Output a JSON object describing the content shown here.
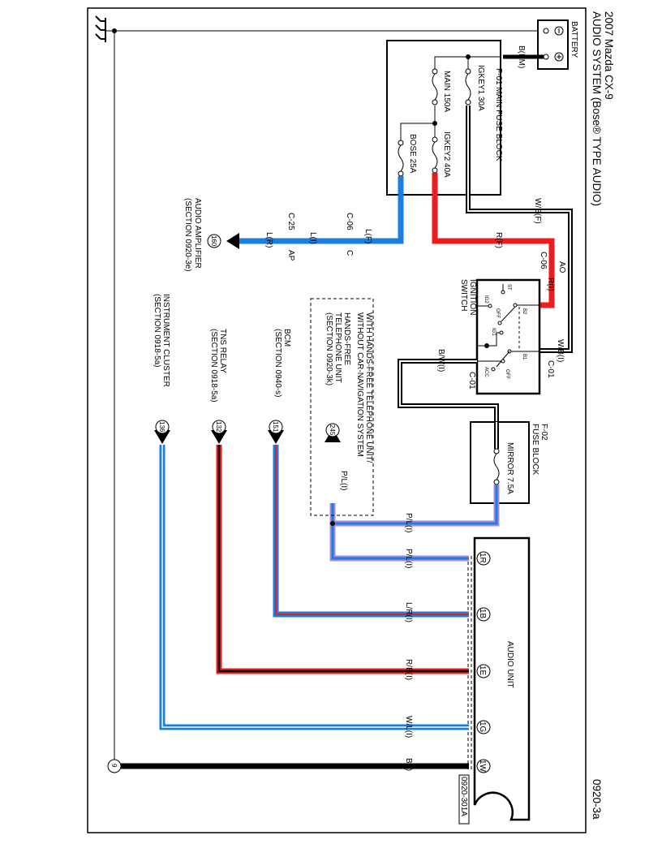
{
  "header": {
    "title_line1": "2007 Mazda CX-9",
    "title_line2": "AUDIO SYSTEM (Bose® TYPE AUDIO)",
    "page_code": "0920-3a"
  },
  "components": {
    "battery": "BATTERY",
    "main_fuse_block": "F-01 MAIN FUSE BLOCK",
    "fuse_igkey1": "IGKEY1 30A",
    "fuse_main": "MAIN 150A",
    "fuse_igkey2": "IGKEY2 40A",
    "fuse_bose": "BOSE 25A",
    "ignition_switch_1": "IGNITION",
    "ignition_switch_2": "SWITCH",
    "fuse_block_f02_1": "F-02",
    "fuse_block_f02_2": "FUSE BLOCK",
    "fuse_mirror": "MIRROR 7.5A",
    "audio_unit": "AUDIO UNIT",
    "audio_unit_connector": "0920-301A"
  },
  "ignition_terminals": {
    "st": "ST",
    "ig2": "IG2",
    "b2": "B2",
    "off1": "OFF",
    "ig1": "IG1",
    "b1": "B1",
    "off2": "OFF",
    "acc": "ACC"
  },
  "wires": {
    "b_em": "B(EM)",
    "wb_f": "W/B(F)",
    "r_f": "R(F)",
    "c06_red": "C-06",
    "ao": "AO",
    "r_i": "R(I)",
    "wb_i": "W/B(I)",
    "c01_top": "C-01",
    "bw_i": "B/W(I)",
    "c01_bottom": "C-01",
    "l_f": "L(F)",
    "c06_blue": "C-06",
    "c": "C",
    "l_i": "L(I)",
    "c25": "C-25",
    "ap": "AP",
    "l_r": "L(R)",
    "pl_i_1": "P/L(I)",
    "pl_i_2": "P/L(I)",
    "pl_i_3": "P/L(I)",
    "lr_i": "L/R(I)",
    "rb_i": "R/B(I)",
    "wl_i": "W/L(I)",
    "b_i": "B(I)"
  },
  "pins": [
    "1R",
    "1B",
    "1E",
    "1G",
    "1W"
  ],
  "references": {
    "ref160": "160",
    "amp_1": "AUDIO AMPLIFIER",
    "amp_2": "(SECTION 0920-3e)",
    "opt_1": "WITH HANDS-FREE TELEPHONE UNIT/",
    "opt_2": "WITHOUT CAR-NAVIGATION SYSTEM",
    "hf_1": "HANDS-FREE",
    "hf_2": "TELEPHONE UNIT",
    "hf_3": "(SECTION 0920-3k)",
    "ref245": "245",
    "bcm_1": "BCM",
    "bcm_2": "(SECTION 0940-s)",
    "ref151": "151",
    "tns_1": "TNS RELAY",
    "tns_2": "(SECTION 0918-5a)",
    "ref132": "132",
    "ic_1": "INSTRUMENT CLUSTER",
    "ic_2": "(SECTION 0918-5a)",
    "ref136": "136",
    "ground_ref": "9"
  },
  "colors": {
    "blue": "#1a7fe0",
    "red": "#ee1c1c",
    "black": "#000000",
    "white": "#ffffff"
  }
}
